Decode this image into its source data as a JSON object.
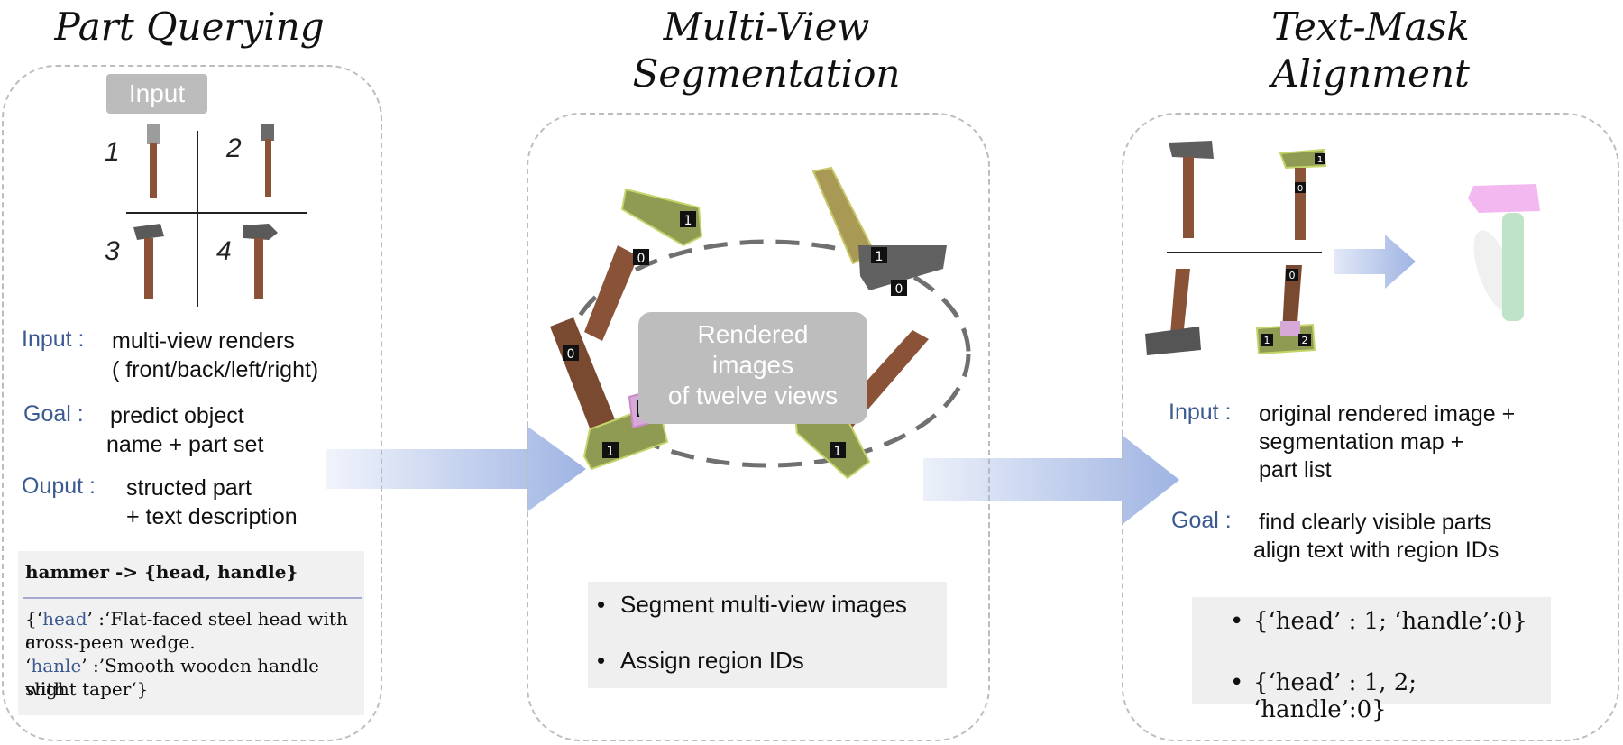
{
  "columns": {
    "part_querying": {
      "title": "Part Querying",
      "input_tag": "Input",
      "view_numbers": [
        "1",
        "2",
        "3",
        "4"
      ],
      "input_key": "Input :",
      "input_val_1": "multi-view renders",
      "input_val_2": "( front/back/left/right)",
      "goal_key": "Goal :",
      "goal_val_1": "predict object",
      "goal_val_2": "name + part set",
      "output_key": "Ouput :",
      "output_val_1": "structed part",
      "output_val_2": "+ text description",
      "json_line_1": "hammer -> {head, handle}",
      "json_head_open": "{‘",
      "json_head_key": "head",
      "json_head_text_1": "’ :‘Flat-faced steel head with a",
      "json_head_text_2": "cross-peen wedge.",
      "json_handle_open": "‘",
      "json_handle_key": "hanle",
      "json_handle_text_1": "’ :’Smooth wooden handle with",
      "json_handle_text_2": "slight taper‘}"
    },
    "multi_view": {
      "title_1": "Multi-View",
      "title_2": "Segmentation",
      "rendered_1": "Rendered",
      "rendered_2": "images",
      "rendered_3": "of twelve views",
      "bullet_1": "Segment multi-view images",
      "bullet_2": "Assign region IDs",
      "region_ids": [
        "1",
        "0",
        "1",
        "0",
        "0",
        "2",
        "1",
        "0",
        "1"
      ]
    },
    "text_mask": {
      "title_1": "Text-Mask",
      "title_2": "Alignment",
      "region_ids": [
        "1",
        "0",
        "0",
        "1",
        "2"
      ],
      "input_key": "Input :",
      "input_val_1": "original rendered image +",
      "input_val_2": "segmentation map +",
      "input_val_3": "part list",
      "goal_key": "Goal :",
      "goal_val_1": "find clearly visible parts",
      "goal_val_2": "align text with region IDs",
      "bullet_1": "{‘head’ : 1; ‘handle’:0}",
      "bullet_2": "{‘head’ : 1, 2; ‘handle’:0}"
    }
  },
  "colors": {
    "label_blue": "#3b5a91",
    "handle_brown": "#8a5236",
    "head_gray": "#5a5a5a",
    "seg_green": "#8f9a52",
    "seg_pink": "#d7a9d6",
    "arrow_blue": "#9fb4e3",
    "panel_border": "#bdbdbd"
  },
  "icons": [
    "hammer-icon",
    "arrow-right-icon"
  ]
}
